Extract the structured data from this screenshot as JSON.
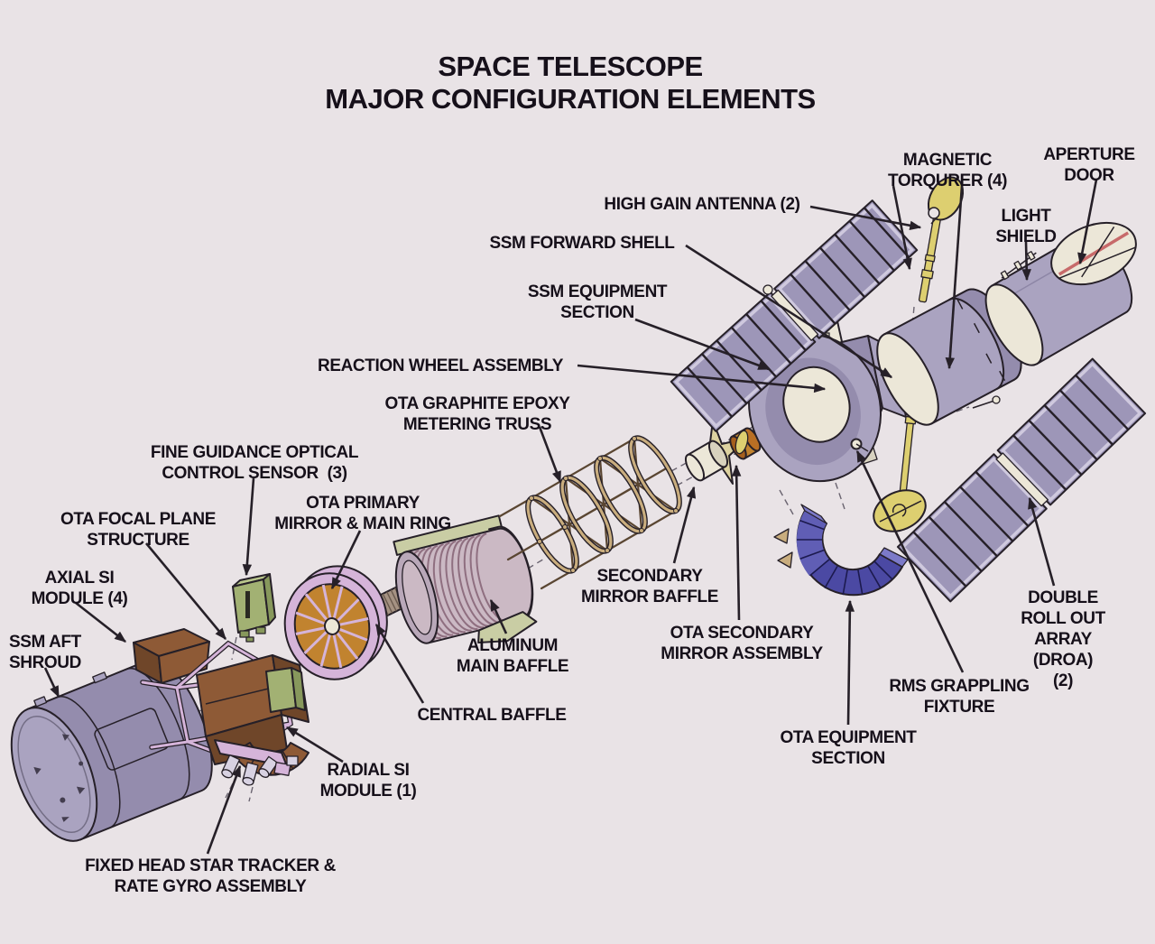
{
  "title": {
    "line1": "SPACE TELESCOPE",
    "line2": "MAJOR CONFIGURATION ELEMENTS"
  },
  "labels": {
    "magnetic_torqurer": "MAGNETIC\nTORQURER (4)",
    "aperture_door": "APERTURE\nDOOR",
    "high_gain_antenna": "HIGH GAIN ANTENNA (2)",
    "light_shield": "LIGHT\nSHIELD",
    "ssm_forward_shell": "SSM FORWARD SHELL",
    "ssm_equipment_section": "SSM EQUIPMENT\nSECTION",
    "reaction_wheel_assembly": "REACTION WHEEL ASSEMBLY",
    "ota_metering_truss": "OTA GRAPHITE EPOXY\nMETERING TRUSS",
    "fine_guidance_sensor": "FINE GUIDANCE OPTICAL\nCONTROL SENSOR  (3)",
    "ota_primary_mirror": "OTA PRIMARY\nMIRROR & MAIN RING",
    "ota_focal_plane": "OTA FOCAL PLANE\nSTRUCTURE",
    "axial_si_module": "AXIAL SI\nMODULE (4)",
    "ssm_aft_shroud": "SSM AFT\nSHROUD",
    "secondary_mirror_baffle": "SECONDARY\nMIRROR BAFFLE",
    "aluminum_main_baffle": "ALUMINUM\nMAIN BAFFLE",
    "ota_secondary_mirror": "OTA SECONDARY\nMIRROR ASSEMBLY",
    "central_baffle": "CENTRAL BAFFLE",
    "radial_si_module": "RADIAL SI\nMODULE (1)",
    "droa": "DOUBLE ROLL OUT\nARRAY (DROA)\n(2)",
    "rms_grappling_fixture": "RMS GRAPPLING\nFIXTURE",
    "ota_equipment_section": "OTA EQUIPMENT\nSECTION",
    "fixed_head_star_tracker": "FIXED HEAD STAR TRACKER &\nRATE GYRO ASSEMBLY"
  },
  "colors": {
    "background": "#e9e3e6",
    "ink": "#262028",
    "label_text": "#16101a",
    "hull": "#aaa3c0",
    "hull_dark": "#948cad",
    "panel": "#9d96b8",
    "panel_frame": "#cfc9de",
    "cream": "#ece7d8",
    "yellow": "#ddcf70",
    "green": "#a2b173",
    "green_dark": "#87985c",
    "green_light": "#b9c68c",
    "brown": "#8e5a36",
    "brown_dark": "#6f4629",
    "orange": "#c1832f",
    "pink": "#d5b4d9",
    "lavender": "#d8d2e2",
    "truss_line": "#5a4632",
    "ring_tan": "#c9ad7e",
    "blue": "#4b49a3",
    "blue_light": "#605eb5",
    "blue_edge": "#7c7ac8",
    "shell_green": "#c9cda4",
    "rib_fill": "#cbb9c4",
    "rib_line": "#8f6f80",
    "dash": "#6a6470",
    "strut_red": "#c76a6a",
    "fin_tan": "#ddd2a0",
    "rod_tan": "#a59283"
  }
}
